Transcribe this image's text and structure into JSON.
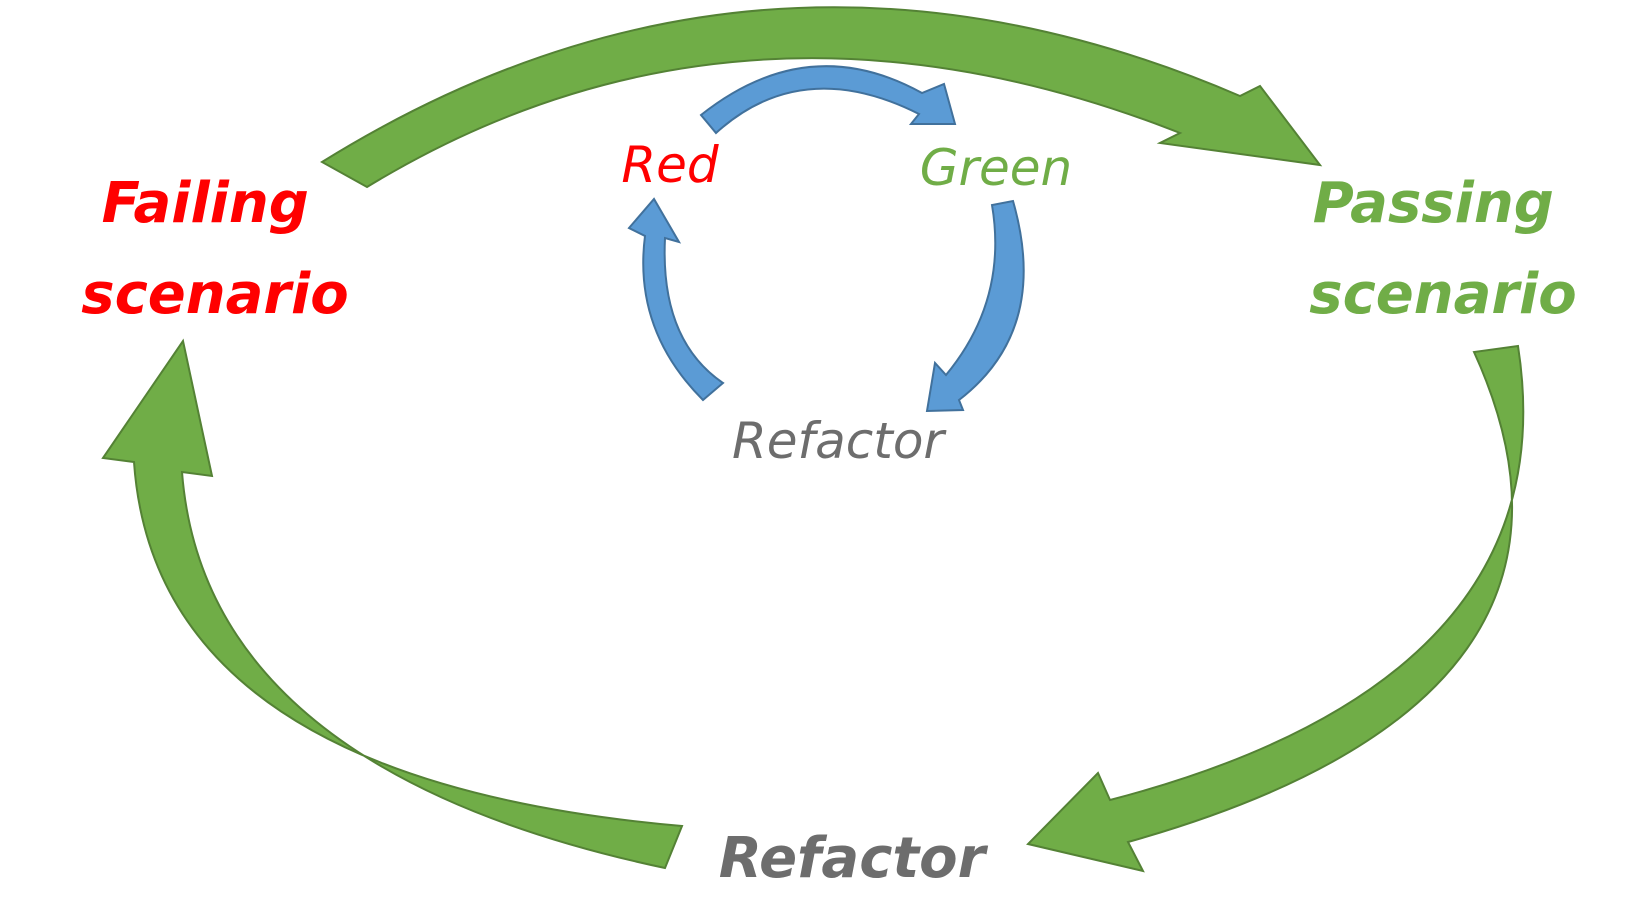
{
  "diagram": {
    "outer_cycle": {
      "failing": {
        "line1": "Failing",
        "line2": "scenario"
      },
      "passing": {
        "line1": "Passing",
        "line2": "scenario"
      },
      "refactor": "Refactor"
    },
    "inner_cycle": {
      "red": "Red",
      "green": "Green",
      "refactor": "Refactor"
    }
  },
  "colors": {
    "red_text": "#ff0000",
    "green_text": "#70ad47",
    "gray_text": "#6d6d6d",
    "green_arrow_fill": "#70ad47",
    "green_arrow_stroke": "#548235",
    "blue_arrow_fill": "#5b9bd5",
    "blue_arrow_stroke": "#41719c"
  }
}
